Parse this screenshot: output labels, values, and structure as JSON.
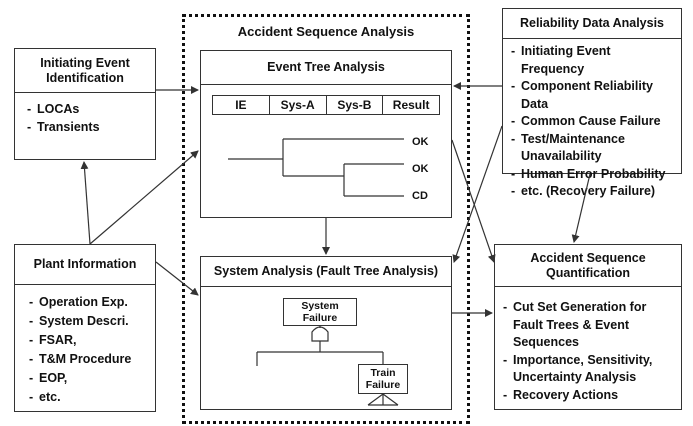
{
  "accident_sequence": {
    "title": "Accident Sequence Analysis",
    "event_tree": {
      "title": "Event Tree Analysis",
      "columns": [
        "IE",
        "Sys-A",
        "Sys-B",
        "Result"
      ],
      "outcomes": [
        "OK",
        "OK",
        "CD"
      ]
    },
    "system_analysis": {
      "title": "System Analysis (Fault Tree Analysis)",
      "top_event": "System\nFailure",
      "sub_event": "Train\nFailure"
    }
  },
  "initiating_event": {
    "title": "Initiating Event\nIdentification",
    "items": [
      "LOCAs",
      "Transients"
    ]
  },
  "plant_information": {
    "title": "Plant Information",
    "items": [
      "Operation Exp.",
      "System Descri.",
      "FSAR,",
      "T&M Procedure",
      "EOP,",
      "etc."
    ]
  },
  "reliability_data": {
    "title": "Reliability Data Analysis",
    "items": [
      "Initiating Event Frequency",
      "Component Reliability  Data",
      "Common Cause Failure",
      "Test/Maintenance Unavailability",
      "Human Error Probability",
      "etc. (Recovery Failure)"
    ]
  },
  "quantification": {
    "title": "Accident Sequence\nQuantification",
    "items": [
      "Cut Set Generation for Fault Trees & Event Sequences",
      "Importance, Sensitivity, Uncertainty Analysis",
      "Recovery Actions"
    ]
  }
}
